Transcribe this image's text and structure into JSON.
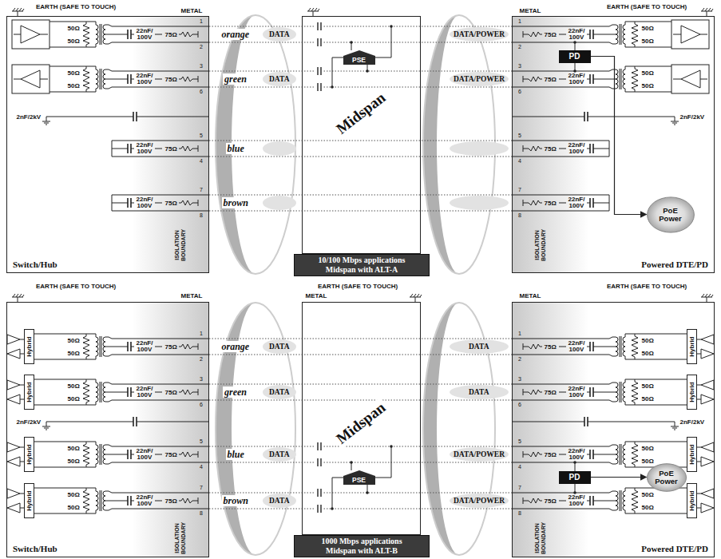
{
  "diagram": {
    "nodes": [
      {
        "text": [
          "Switch/Hub"
        ]
      },
      {
        "text": [
          "Midspan"
        ]
      },
      {
        "text": [
          "PSE"
        ],
        "in": 1
      },
      {
        "text": [
          "10/100 Mbps applications Midspan with ALT-A"
        ]
      },
      {
        "text": [
          "Powered DTE/PD"
        ]
      },
      {
        "text": [
          "PD"
        ],
        "in": 4
      },
      {
        "text": [
          "PoE Power"
        ],
        "in": 4
      },
      {
        "text": [
          "Switch/Hub"
        ]
      },
      {
        "text": [
          "Hybrid"
        ],
        "in": 7
      },
      {
        "text": [
          "Hybrid"
        ],
        "in": 7
      },
      {
        "text": [
          "Hybrid"
        ],
        "in": 7
      },
      {
        "text": [
          "Hybrid"
        ],
        "in": 7
      },
      {
        "text": [
          "Midspan"
        ]
      },
      {
        "text": [
          "PSE"
        ],
        "in": 12
      },
      {
        "text": [
          "1000 Mbps applications Midspan with ALT-B"
        ]
      },
      {
        "text": [
          "Powered DTE/PD"
        ]
      },
      {
        "text": [
          "Hybrid"
        ],
        "in": 15
      },
      {
        "text": [
          "Hybrid"
        ],
        "in": 15
      },
      {
        "text": [
          "Hybrid"
        ],
        "in": 15
      },
      {
        "text": [
          "Hybrid"
        ],
        "in": 15
      },
      {
        "text": [
          "PD"
        ],
        "in": 15
      },
      {
        "text": [
          "PoE Power"
        ],
        "in": 15
      }
    ],
    "edges": [
      {
        "from": 5,
        "to": 6,
        "arrow": "to"
      },
      {
        "from": 20,
        "to": 21,
        "arrow": "to"
      }
    ],
    "labels": [
      "EARTH (SAFE TO TOUCH)",
      "METAL",
      "EARTH (SAFE TO TOUCH)",
      "METAL",
      "1",
      "2",
      "50Ω",
      "50Ω",
      "22nF/ 100V",
      "75Ω",
      "3",
      "6",
      "50Ω",
      "50Ω",
      "22nF/ 100V",
      "75Ω",
      "5",
      "4",
      "22nF/ 100V",
      "75Ω",
      "7",
      "8",
      "22nF/ 100V",
      "75Ω",
      "2nF/2kV",
      "ISOLATION BOUNDARY",
      "orange",
      "DATA",
      "green",
      "DATA",
      "blue",
      "brown",
      "DATA/POWER",
      "DATA/POWER",
      "75Ω",
      "22nF/ 100V",
      "1",
      "2",
      "50Ω",
      "50Ω",
      "75Ω",
      "22nF/ 100V",
      "3",
      "6",
      "50Ω",
      "50Ω",
      "75Ω",
      "22nF/ 100V",
      "5",
      "4",
      "75Ω",
      "22nF/ 100V",
      "7",
      "8",
      "2nF/2kV",
      "ISOLATION BOUNDARY",
      "EARTH (SAFE TO TOUCH)",
      "METAL",
      "EARTH (SAFE TO TOUCH)",
      "METAL",
      "EARTH (SAFE TO TOUCH)",
      "METAL",
      "1",
      "2",
      "50Ω",
      "50Ω",
      "22nF/ 100V",
      "75Ω",
      "3",
      "6",
      "50Ω",
      "50Ω",
      "22nF/ 100V",
      "75Ω",
      "5",
      "4",
      "50Ω",
      "50Ω",
      "22nF/ 100V",
      "75Ω",
      "7",
      "8",
      "50Ω",
      "50Ω",
      "22nF/ 100V",
      "75Ω",
      "2nF/2kV",
      "ISOLATION BOUNDARY",
      "orange",
      "DATA",
      "green",
      "DATA",
      "blue",
      "DATA",
      "brown",
      "DATA",
      "DATA",
      "DATA",
      "DATA/POWER",
      "DATA/POWER",
      "75Ω",
      "22nF/ 100V",
      "1",
      "2",
      "50Ω",
      "50Ω",
      "75Ω",
      "22nF/ 100V",
      "3",
      "6",
      "50Ω",
      "50Ω",
      "75Ω",
      "22nF/ 100V",
      "5",
      "4",
      "50Ω",
      "50Ω",
      "75Ω",
      "22nF/ 100V",
      "7",
      "8",
      "50Ω",
      "50Ω",
      "2nF/2kV",
      "ISOLATION BOUNDARY"
    ]
  }
}
